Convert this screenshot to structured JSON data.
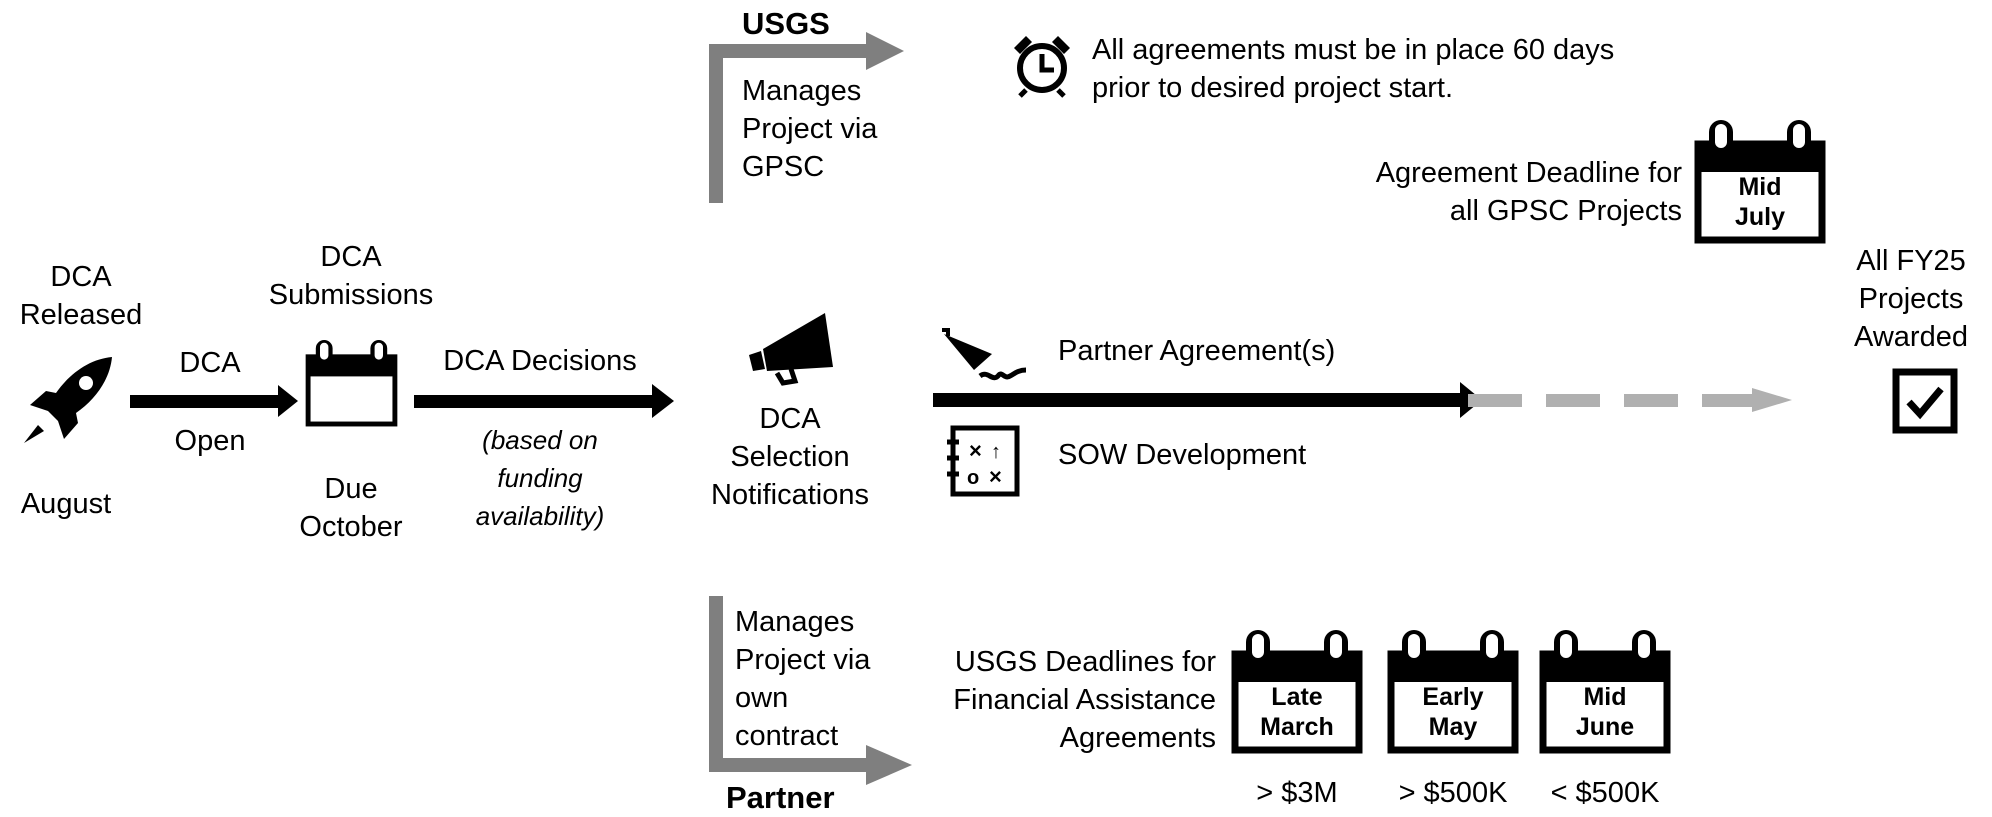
{
  "timeline": {
    "released_label": "DCA\nReleased",
    "august": "August",
    "dca_open_top": "DCA",
    "dca_open_bottom": "Open",
    "submissions_label": "DCA\nSubmissions",
    "due_october": "Due\nOctober",
    "decisions_label": "DCA Decisions",
    "decisions_note": "(based on\nfunding\navailability)",
    "notifications_label": "DCA\nSelection\nNotifications"
  },
  "usgs_branch": {
    "title": "USGS",
    "desc": "Manages\nProject via\nGPSC"
  },
  "partner_branch": {
    "title": "Partner",
    "desc": "Manages\nProject via\nown\ncontract"
  },
  "reminder": {
    "text": "All agreements must be in place 60 days\nprior to desired project start."
  },
  "gpsc_deadline": {
    "label": "Agreement Deadline for\nall GPSC Projects",
    "calendar_text": "Mid\nJuly"
  },
  "agreements": {
    "partner_agreement": "Partner Agreement(s)",
    "sow": "SOW Development"
  },
  "awarded": {
    "label": "All FY25\nProjects\nAwarded"
  },
  "usgs_deadlines": {
    "label": "USGS Deadlines for\nFinancial Assistance\nAgreements",
    "calendars": [
      {
        "text": "Late\nMarch",
        "amount": "> $3M"
      },
      {
        "text": "Early\nMay",
        "amount": "> $500K"
      },
      {
        "text": "Mid\nJune",
        "amount": "< $500K"
      }
    ]
  },
  "colors": {
    "ink": "#000000",
    "branch_gray": "#7f7f7f",
    "dash_gray": "#b0b0b0"
  }
}
